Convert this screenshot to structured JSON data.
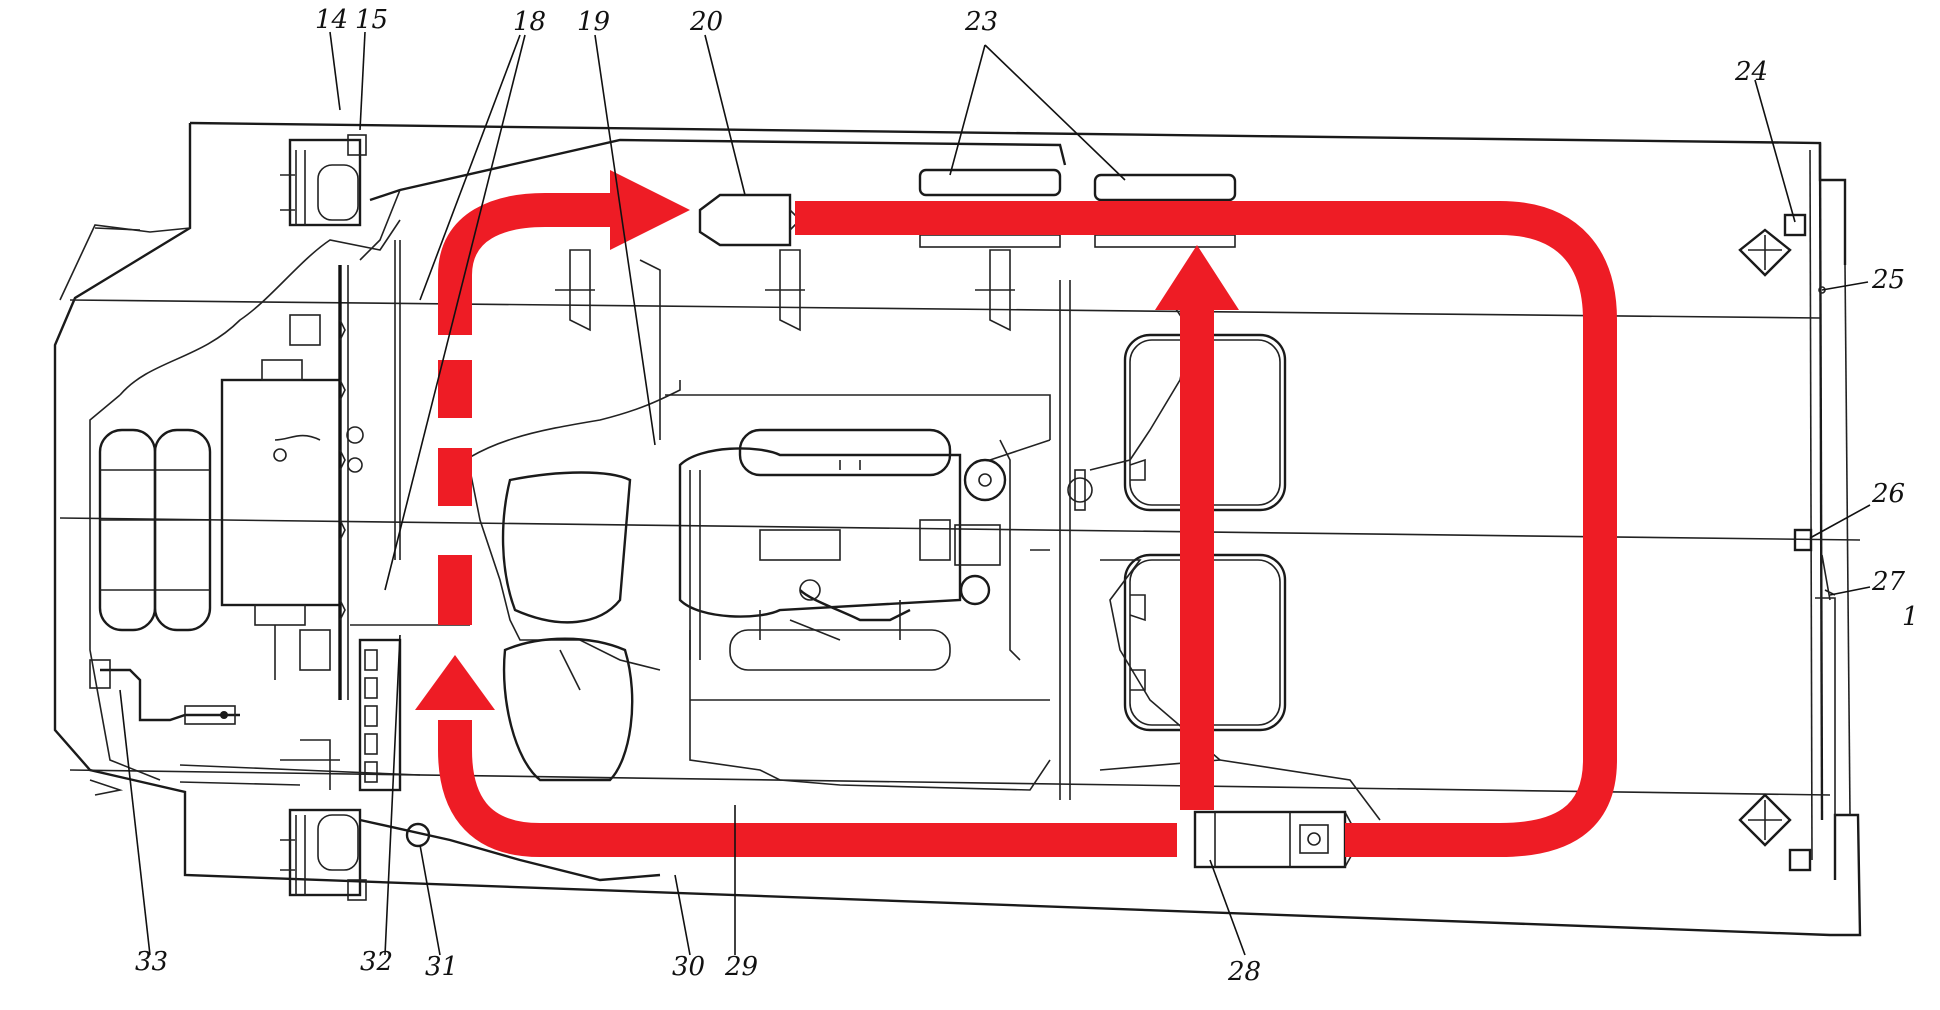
{
  "labels": {
    "l14": "14",
    "l15": "15",
    "l18": "18",
    "l19": "19",
    "l20": "20",
    "l23": "23",
    "l24": "24",
    "l25": "25",
    "l26": "26",
    "l27": "27",
    "l28": "28",
    "l29": "29",
    "l30": "30",
    "l31": "31",
    "l32": "32",
    "l33": "33",
    "corner": "1"
  },
  "colors": {
    "flow_arrow": "#ee1c25",
    "line_art": "#1a1a1a",
    "background": "#ffffff"
  }
}
